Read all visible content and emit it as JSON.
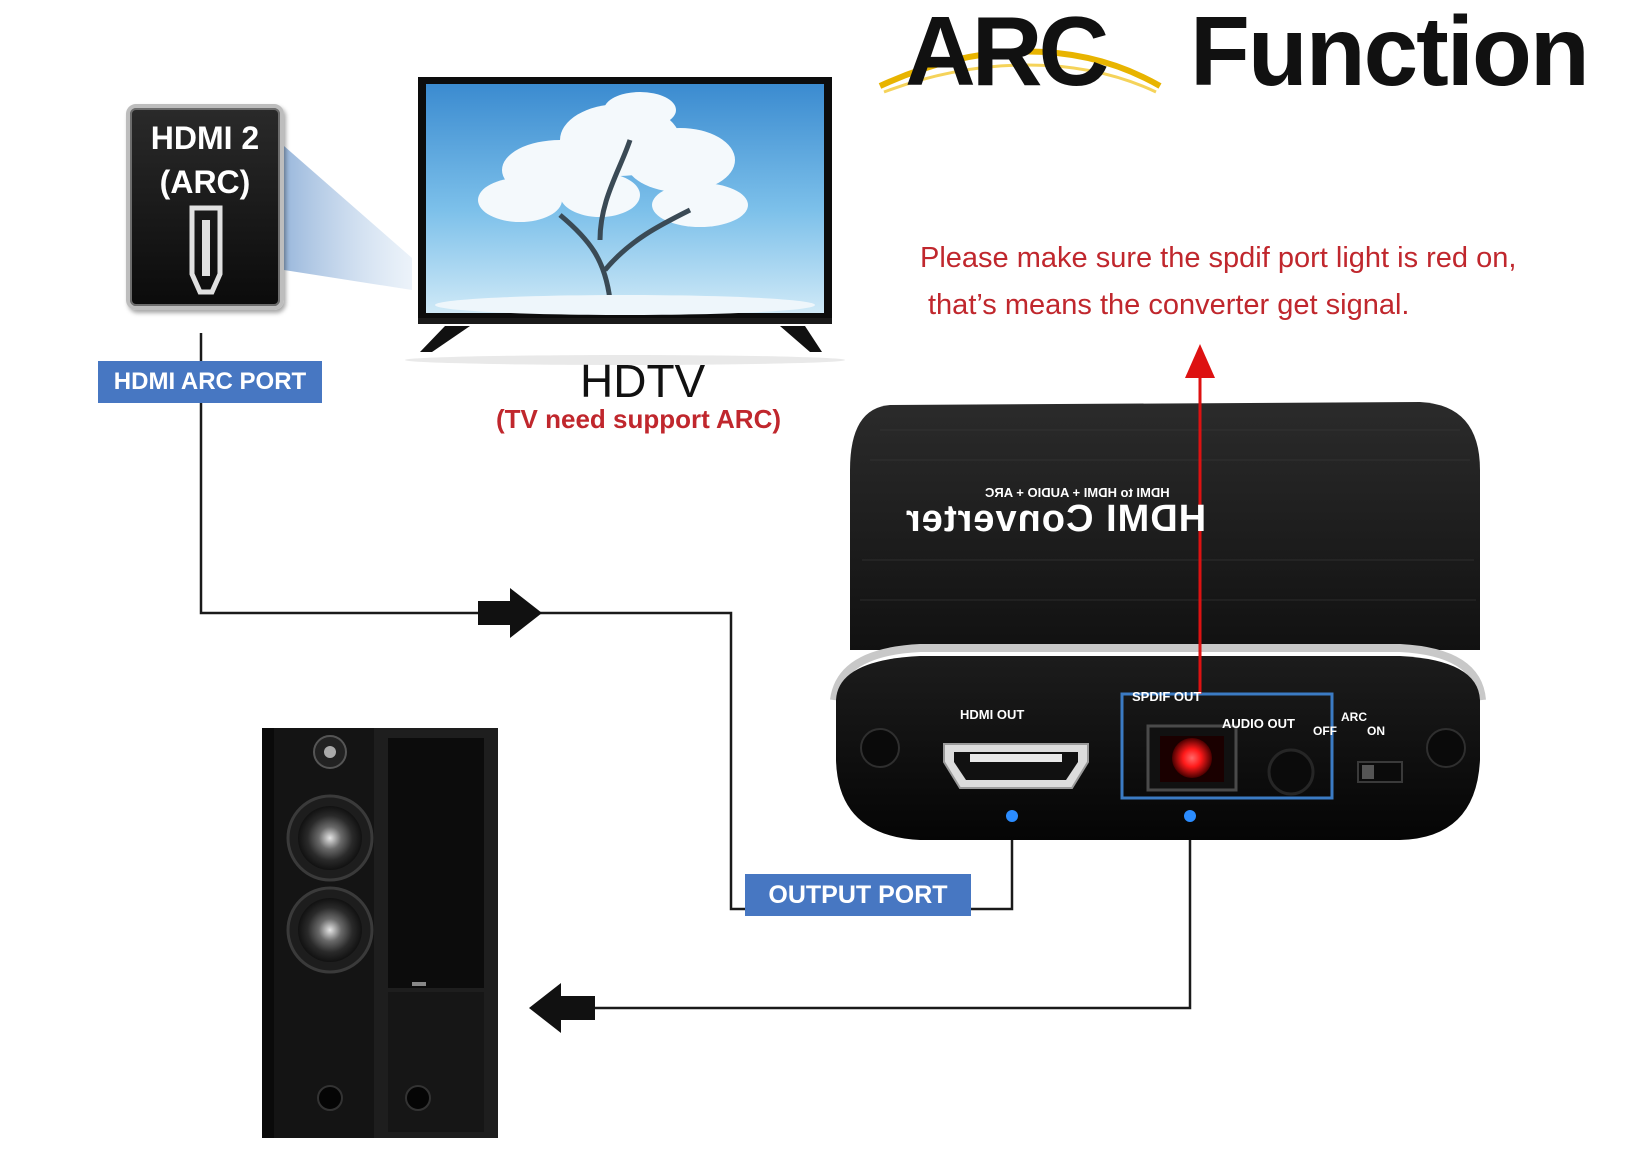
{
  "title": {
    "arc": "ARC",
    "function": "Function"
  },
  "tv_port_badge": {
    "line1": "HDMI 2",
    "line2": "(ARC)"
  },
  "labels": {
    "hdmi_arc_port": "HDMI ARC PORT",
    "output_port": "OUTPUT PORT"
  },
  "tv": {
    "label": "HDTV",
    "note": "(TV need support ARC)"
  },
  "notice": {
    "line1": "Please make sure the spdif port light is red on,",
    "line2": "that’s means the converter get signal."
  },
  "converter": {
    "title": "HDMI Converter",
    "subtitle": "HDMI to HDMI + AUDIO + ARC",
    "ports": {
      "hdmi_out": "HDMI OUT",
      "spdif_out": "SPDIF OUT",
      "audio_out": "AUDIO OUT",
      "arc": "ARC",
      "off": "OFF",
      "on": "ON"
    }
  },
  "colors": {
    "label_blue": "#4777c2",
    "notice_red": "#c0272d",
    "spdif_light": "#ff1a1a",
    "connector_line": "#1a1a1a",
    "title_swoosh": "#e8b400"
  }
}
